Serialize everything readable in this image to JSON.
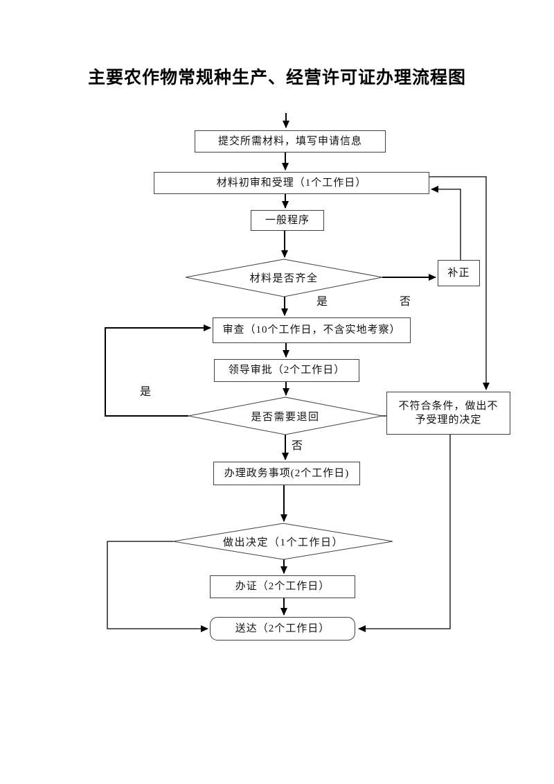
{
  "page": {
    "title": "主要农作物常规种生产、经营许可证办理流程图"
  },
  "colors": {
    "background": "#ffffff",
    "line": "#000000",
    "box_border": "#3f3f3f",
    "text": "#111111"
  },
  "nodes": {
    "submit": {
      "label": "提交所需材料，填写申请信息",
      "shape": "rect"
    },
    "initial_review": {
      "label": "材料初审和受理（1个工作日）",
      "shape": "rect"
    },
    "general_procedure": {
      "label": "一般程序",
      "shape": "rect"
    },
    "materials_complete": {
      "label": "材料是否齐全",
      "shape": "diamond"
    },
    "supplement": {
      "label": "补正",
      "shape": "rect"
    },
    "review": {
      "label": "审查（10个工作日，不含实地考察）",
      "shape": "rect"
    },
    "leader_approval": {
      "label": "领导审批（2个工作日）",
      "shape": "rect"
    },
    "need_return": {
      "label": "是否需要退回",
      "shape": "diamond"
    },
    "not_qualified": {
      "label": "不符合条件，做出不予受理的决定",
      "shape": "rect"
    },
    "handle_affairs": {
      "label": "办理政务事项(2个工作日)",
      "shape": "rect"
    },
    "make_decision": {
      "label": "做出决定（1个工作日）",
      "shape": "diamond"
    },
    "issue_cert": {
      "label": "办证（2个工作日）",
      "shape": "rect"
    },
    "deliver": {
      "label": "送达（2个工作日）",
      "shape": "rounded-rect"
    }
  },
  "edge_labels": {
    "complete_yes": "是",
    "complete_no": "否",
    "return_yes": "是",
    "return_no": "否"
  }
}
